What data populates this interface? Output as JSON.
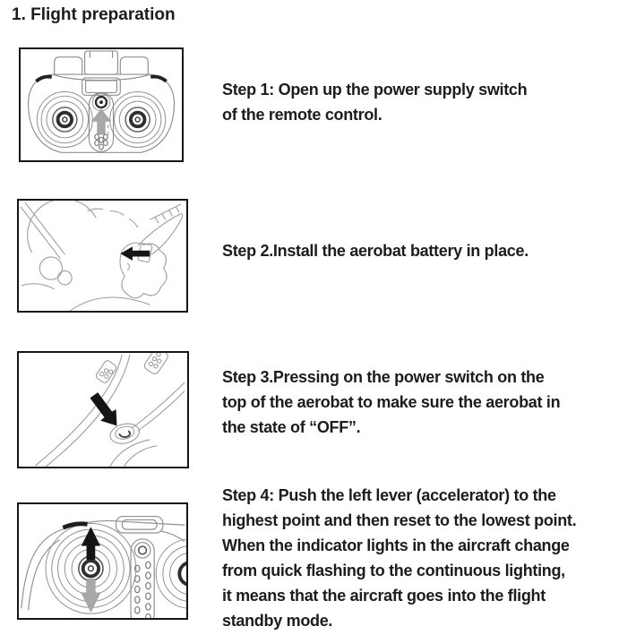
{
  "page": {
    "title": "1. Flight preparation"
  },
  "colors": {
    "background": "#ffffff",
    "text": "#1c1c1c",
    "figure_border": "#161616",
    "line_art": "#8f8f8f",
    "arrow_black": "#151515",
    "arrow_gray": "#a8a8a8"
  },
  "steps": [
    {
      "number": 1,
      "image": "remote-control-front-with-up-arrow-on-power-switch",
      "lines": [
        "Step 1: Open up the power supply switch",
        "of the remote control."
      ]
    },
    {
      "number": 2,
      "image": "aerobat-battery-installation-with-left-arrow",
      "lines": [
        "Step 2.Install the aerobat battery in place."
      ]
    },
    {
      "number": 3,
      "image": "aerobat-top-power-switch-with-down-arrow",
      "lines": [
        "Step 3.Pressing on the power switch on the",
        "top of the aerobat to make sure the aerobat in",
        "the state of “OFF”."
      ]
    },
    {
      "number": 4,
      "image": "remote-control-left-lever-up-down-arrows",
      "lines": [
        "Step 4: Push the left lever (accelerator) to the",
        "highest point and then reset to the lowest point.",
        "When the indicator lights in the aircraft change",
        "from quick flashing to the continuous lighting,",
        "it means that the aircraft goes into the flight",
        "standby mode."
      ]
    }
  ]
}
